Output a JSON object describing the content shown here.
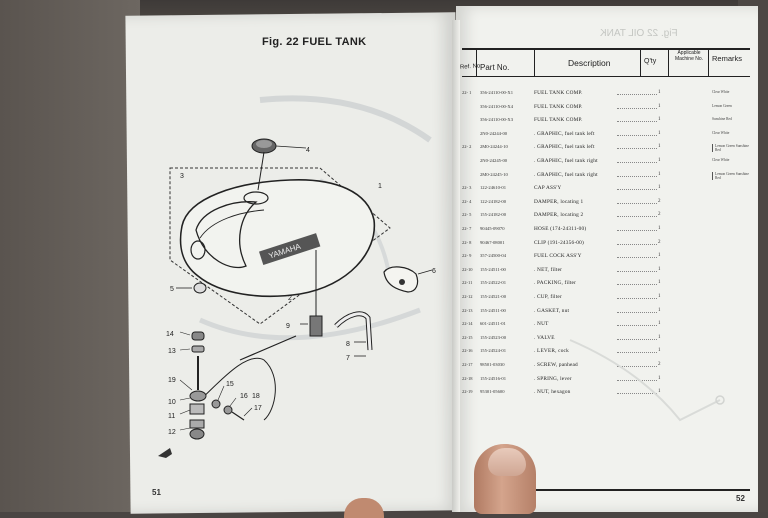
{
  "left_page": {
    "title": "Fig. 22 FUEL TANK",
    "page_number": "51",
    "callouts": [
      "1",
      "2",
      "3",
      "4",
      "5",
      "6",
      "7",
      "8",
      "9",
      "10",
      "11",
      "12",
      "13",
      "14",
      "15",
      "16",
      "17",
      "18",
      "19"
    ]
  },
  "right_page": {
    "ghost_title": "Fig. 22 OIL TANK",
    "page_number": "52",
    "headers": {
      "fig_no": "Ref. No.",
      "part_no": "Part No.",
      "description": "Description",
      "qty": "Q'ty",
      "applicable": "Applicable Machine No.",
      "remarks": "Remarks"
    },
    "rows": [
      {
        "fig": "22- 1",
        "part": "356-24110-00-X1",
        "desc": "FUEL TANK COMP.",
        "qty": "1",
        "rem": "Clear White"
      },
      {
        "fig": "",
        "part": "356-24110-00-X4",
        "desc": "FUEL TANK COMP.",
        "qty": "1",
        "rem": "Lemon Green"
      },
      {
        "fig": "",
        "part": "356-24110-00-X3",
        "desc": "FUEL TANK COMP.",
        "qty": "1",
        "rem": "Sunshine Red"
      },
      {
        "fig": "",
        "part": "2N0-24244-00",
        "desc": ". GRAPHIC, fuel tank left",
        "qty": "1",
        "rem": "Clear White"
      },
      {
        "fig": "22- 2",
        "part": "2M0-24244-10",
        "desc": ". GRAPHIC, fuel tank left",
        "qty": "1",
        "rem": "Lemon Green Sunshine Red"
      },
      {
        "fig": "",
        "part": "2N0-24245-00",
        "desc": ". GRAPHIC, fuel tank right",
        "qty": "1",
        "rem": "Clear White"
      },
      {
        "fig": "",
        "part": "2M0-24245-10",
        "desc": ". GRAPHIC, fuel tank right",
        "qty": "1",
        "rem": "Lemon Green Sunshine Red"
      },
      {
        "fig": "22- 3",
        "part": "122-24610-01",
        "desc": "CAP ASS'Y",
        "qty": "1",
        "rem": ""
      },
      {
        "fig": "22- 4",
        "part": "122-24182-00",
        "desc": "DAMPER, locating 1",
        "qty": "2",
        "rem": ""
      },
      {
        "fig": "22- 5",
        "part": "155-24182-00",
        "desc": "DAMPER, locating 2",
        "qty": "2",
        "rem": ""
      },
      {
        "fig": "22- 7",
        "part": "90445-09070",
        "desc": "HOSE (174-24311-00)",
        "qty": "1",
        "rem": ""
      },
      {
        "fig": "22- 8",
        "part": "90467-08001",
        "desc": "CLIP (191-24356-00)",
        "qty": "2",
        "rem": ""
      },
      {
        "fig": "22- 9",
        "part": "357-24500-04",
        "desc": "FUEL COCK ASS'Y",
        "qty": "1",
        "rem": ""
      },
      {
        "fig": "22-10",
        "part": "155-24511-00",
        "desc": ". NET, filter",
        "qty": "1",
        "rem": ""
      },
      {
        "fig": "22-11",
        "part": "155-24522-01",
        "desc": ". PACKING, filter",
        "qty": "1",
        "rem": ""
      },
      {
        "fig": "22-12",
        "part": "155-24521-00",
        "desc": ". CUP, filter",
        "qty": "1",
        "rem": ""
      },
      {
        "fig": "22-13",
        "part": "155-24511-00",
        "desc": ". GASKET, nut",
        "qty": "1",
        "rem": ""
      },
      {
        "fig": "22-14",
        "part": "601-24511-01",
        "desc": ". NUT",
        "qty": "1",
        "rem": ""
      },
      {
        "fig": "22-15",
        "part": "155-24523-00",
        "desc": ". VALVE",
        "qty": "1",
        "rem": ""
      },
      {
        "fig": "22-16",
        "part": "155-24524-01",
        "desc": ". LEVER, cock",
        "qty": "1",
        "rem": ""
      },
      {
        "fig": "22-17",
        "part": "98501-03030",
        "desc": ". SCREW, panhead",
        "qty": "2",
        "rem": ""
      },
      {
        "fig": "22-18",
        "part": "155-24516-01",
        "desc": ". SPRING, lever",
        "qty": "1",
        "rem": ""
      },
      {
        "fig": "22-19",
        "part": "95301-05600",
        "desc": ". NUT, hexagon",
        "qty": "1",
        "rem": ""
      }
    ]
  }
}
